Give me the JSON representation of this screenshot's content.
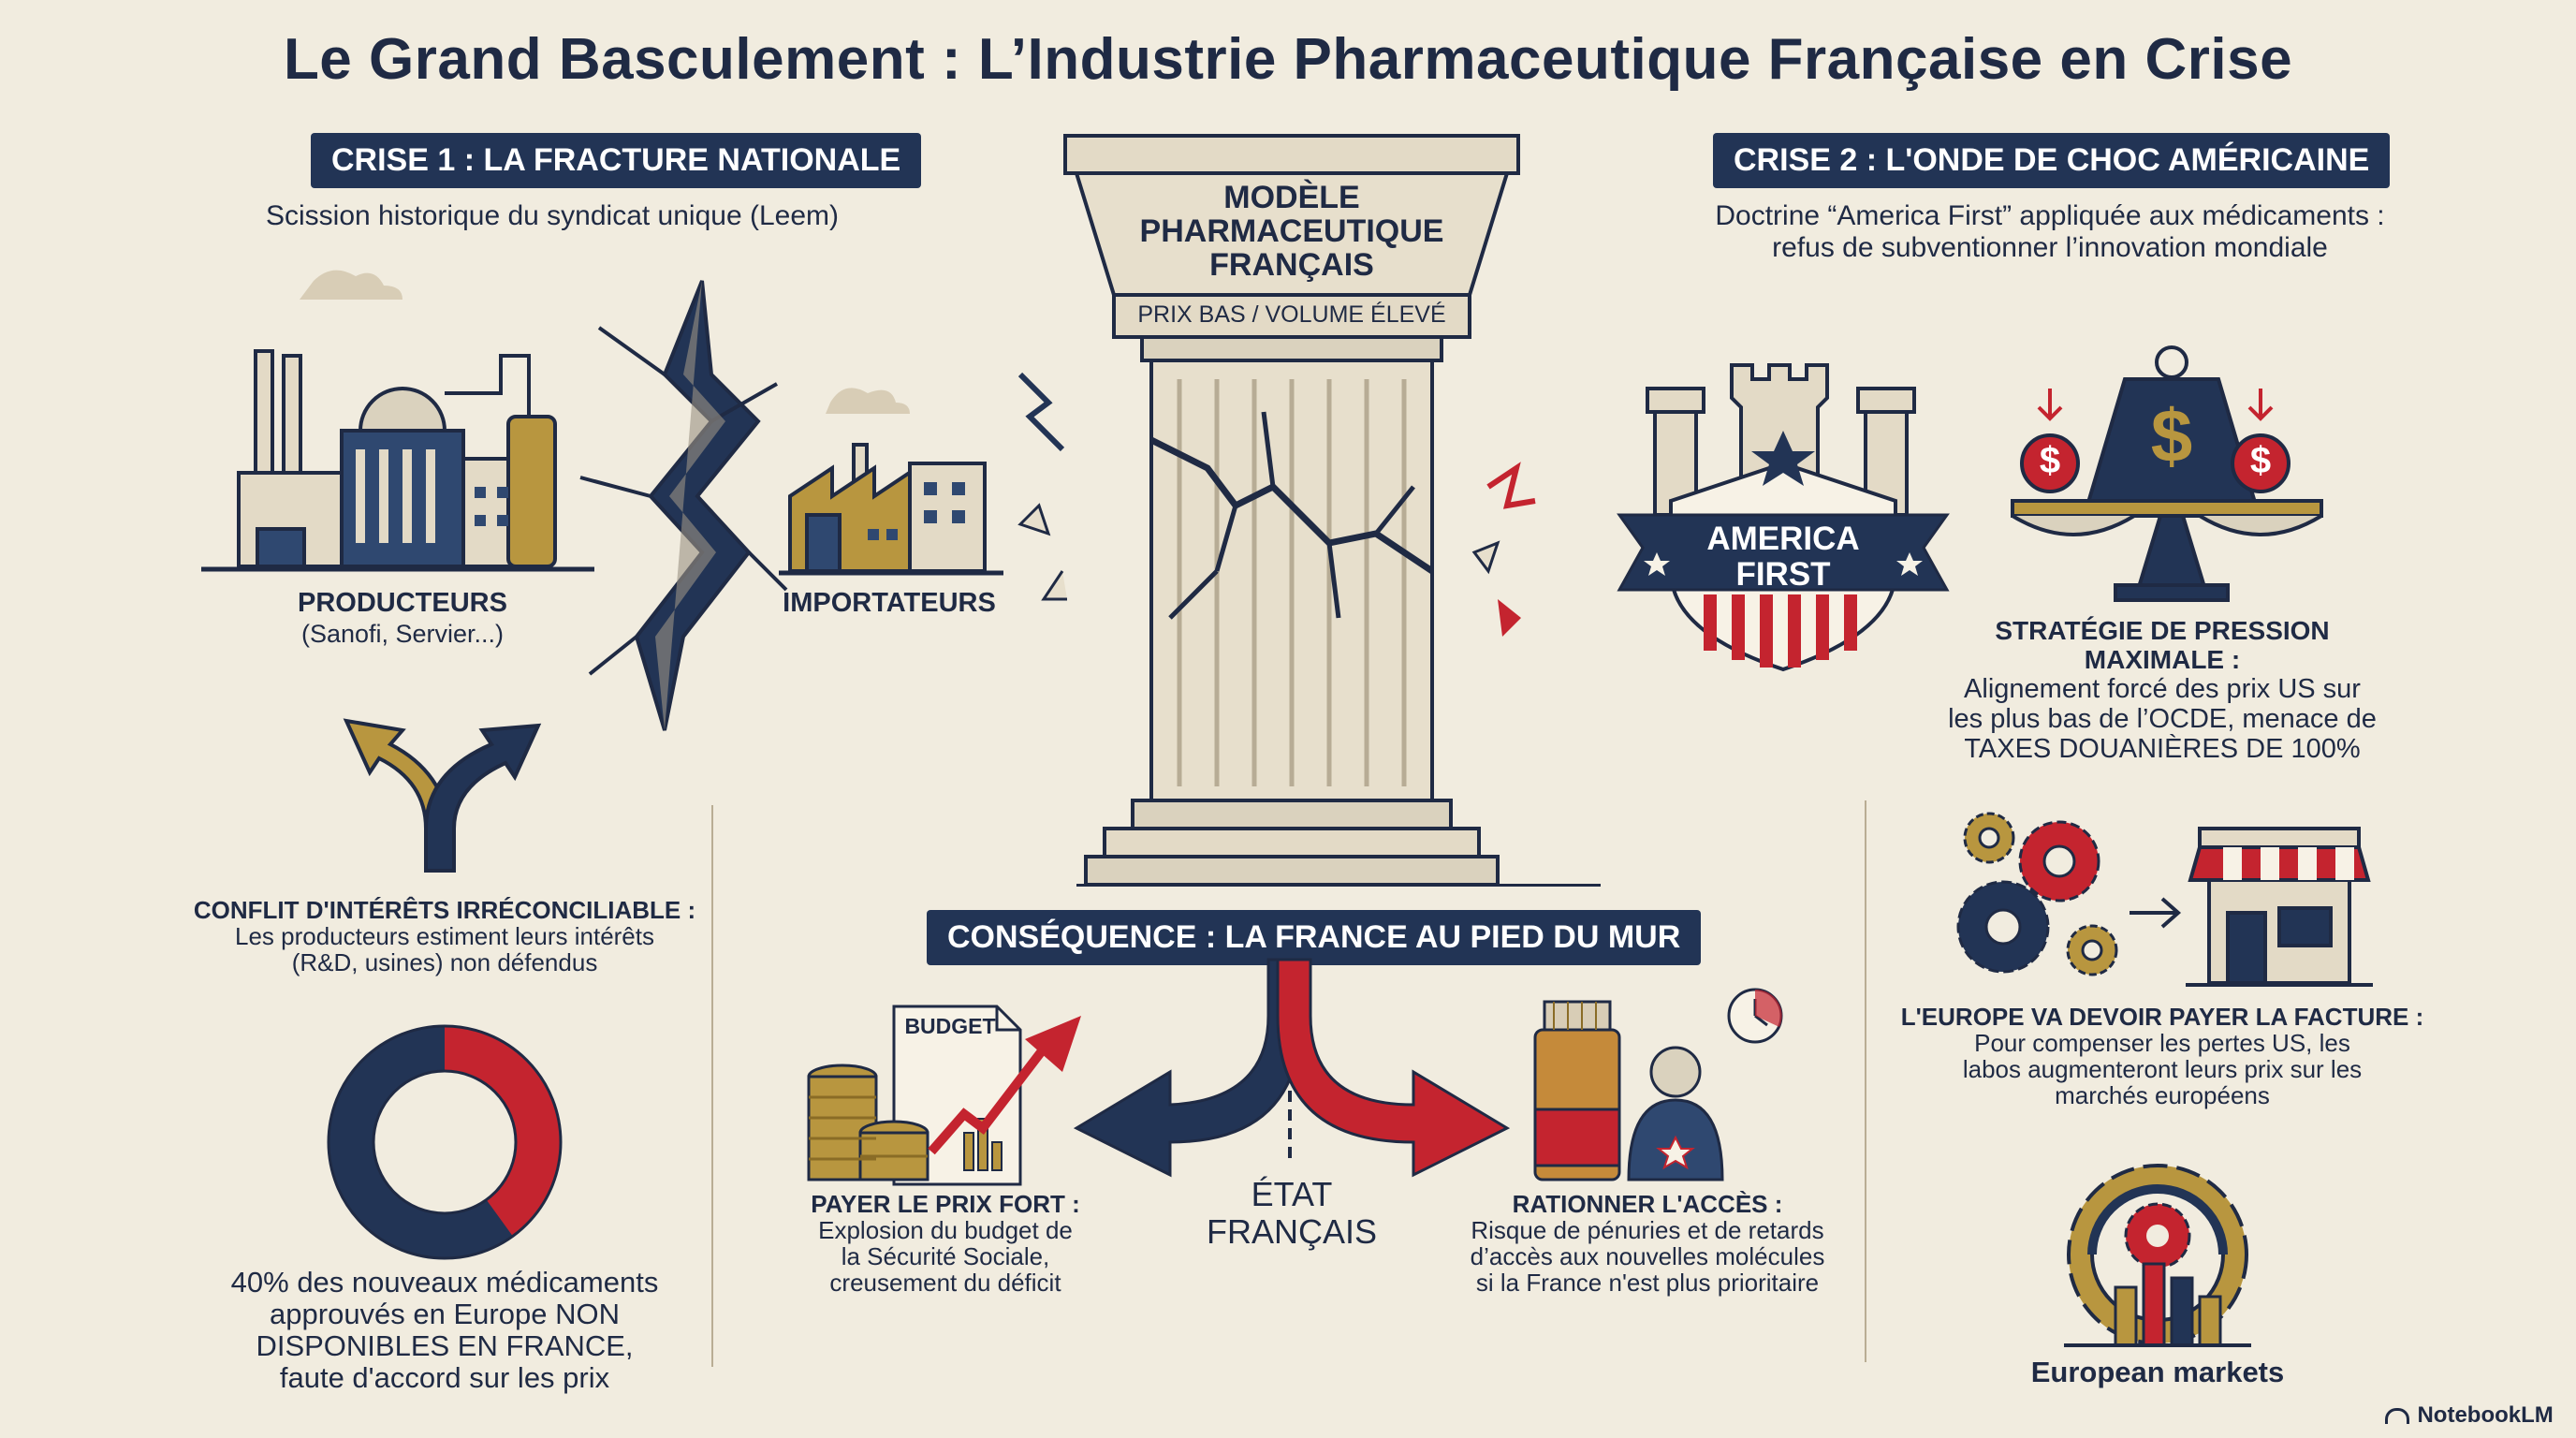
{
  "title": "Le Grand Basculement : L’Industrie Pharmaceutique Française en Crise",
  "crise1": {
    "banner": "CRISE 1 : LA FRACTURE NATIONALE",
    "subtitle": "Scission historique du syndicat unique (Leem)",
    "producteurs_label": "PRODUCTEURS",
    "producteurs_examples": "(Sanofi, Servier...)",
    "importateurs_label": "IMPORTATEURS",
    "conflict_title": "CONFLIT D'INTÉRÊTS IRRÉCONCILIABLE :",
    "conflict_line1": "Les producteurs estiment leurs intérêts",
    "conflict_line2": "(R&D, usines) non défendus",
    "donut_percent": 40,
    "stat_line1": "40% des nouveaux médicaments",
    "stat_line2": "approuvés en Europe NON",
    "stat_line3": "DISPONIBLES EN FRANCE,",
    "stat_line4": "faute d'accord sur les prix"
  },
  "pillar": {
    "line1": "MODÈLE",
    "line2": "PHARMACEUTIQUE",
    "line3": "FRANÇAIS",
    "tag": "PRIX BAS / VOLUME ÉLEVÉ"
  },
  "crise2": {
    "banner": "CRISE 2 : L'ONDE DE CHOC AMÉRICAINE",
    "subtitle_line1": "Doctrine “America First” appliquée aux médicaments :",
    "subtitle_line2": "refus de subventionner l’innovation mondiale",
    "shield_line1": "AMERICA",
    "shield_line2": "FIRST",
    "dollar_symbol": "$",
    "strategy_line1": "STRATÉGIE DE PRESSION",
    "strategy_line2": "MAXIMALE :",
    "strategy_line3": "Alignement forcé des prix US sur",
    "strategy_line4": "les plus bas de l’OCDE, menace de",
    "strategy_line5": "TAXES DOUANIÈRES DE 100%",
    "europe_title": "L'EUROPE VA DEVOIR PAYER LA FACTURE :",
    "europe_line1": "Pour compenser les pertes US, les",
    "europe_line2": "labos augmenteront leurs prix sur les",
    "europe_line3": "marchés européens",
    "european_markets": "European markets"
  },
  "consequence": {
    "banner": "CONSÉQUENCE : LA FRANCE AU PIED DU MUR",
    "budget_label": "BUDGET",
    "etat_line1": "ÉTAT",
    "etat_line2": "FRANÇAIS",
    "left_title": "PAYER LE PRIX FORT :",
    "left_line1": "Explosion du budget de",
    "left_line2": "la Sécurité Sociale,",
    "left_line3": "creusement du déficit",
    "right_title": "RATIONNER L'ACCÈS :",
    "right_line1": "Risque de pénuries et de retards",
    "right_line2": "d’accès aux nouvelles molécules",
    "right_line3": "si la France n'est plus prioritaire"
  },
  "brand": "NotebookLM",
  "colors": {
    "navy": "#223455",
    "red": "#c4242f",
    "gold": "#b8963f",
    "stone": "#e3dac6",
    "background": "#f1ecdf"
  }
}
